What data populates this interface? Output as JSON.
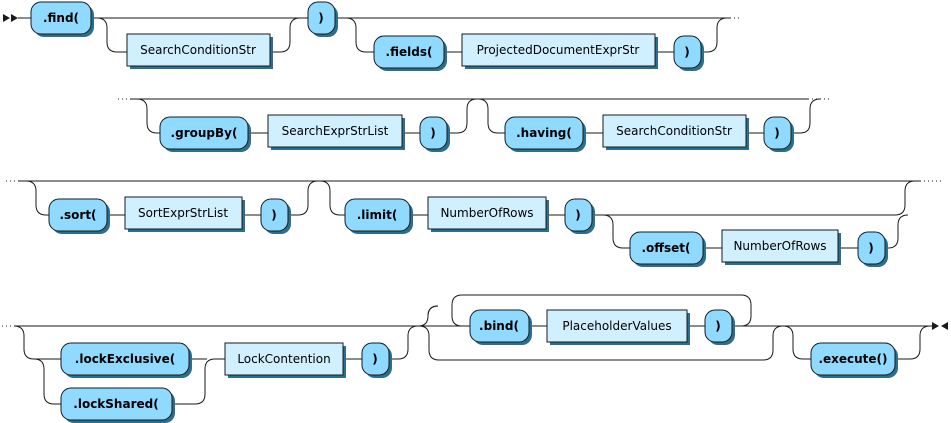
{
  "tokens": {
    "find": ".find(",
    "search_condition_1": "SearchConditionStr",
    "close_1": ")",
    "fields": ".fields(",
    "projected_expr": "ProjectedDocumentExprStr",
    "close_2": ")",
    "group_by": ".groupBy(",
    "search_expr_list": "SearchExprStrList",
    "close_3": ")",
    "having": ".having(",
    "search_condition_2": "SearchConditionStr",
    "close_4": ")",
    "sort": ".sort(",
    "sort_expr_list": "SortExprStrList",
    "close_5": ")",
    "limit": ".limit(",
    "number_of_rows_1": "NumberOfRows",
    "close_6": ")",
    "offset": ".offset(",
    "number_of_rows_2": "NumberOfRows",
    "close_7": ")",
    "lock_exclusive": ".lockExclusive(",
    "lock_shared": ".lockShared(",
    "lock_contention": "LockContention",
    "close_8": ")",
    "bind": ".bind(",
    "placeholder_values": "PlaceholderValues",
    "close_9": ")",
    "execute": ".execute()"
  }
}
